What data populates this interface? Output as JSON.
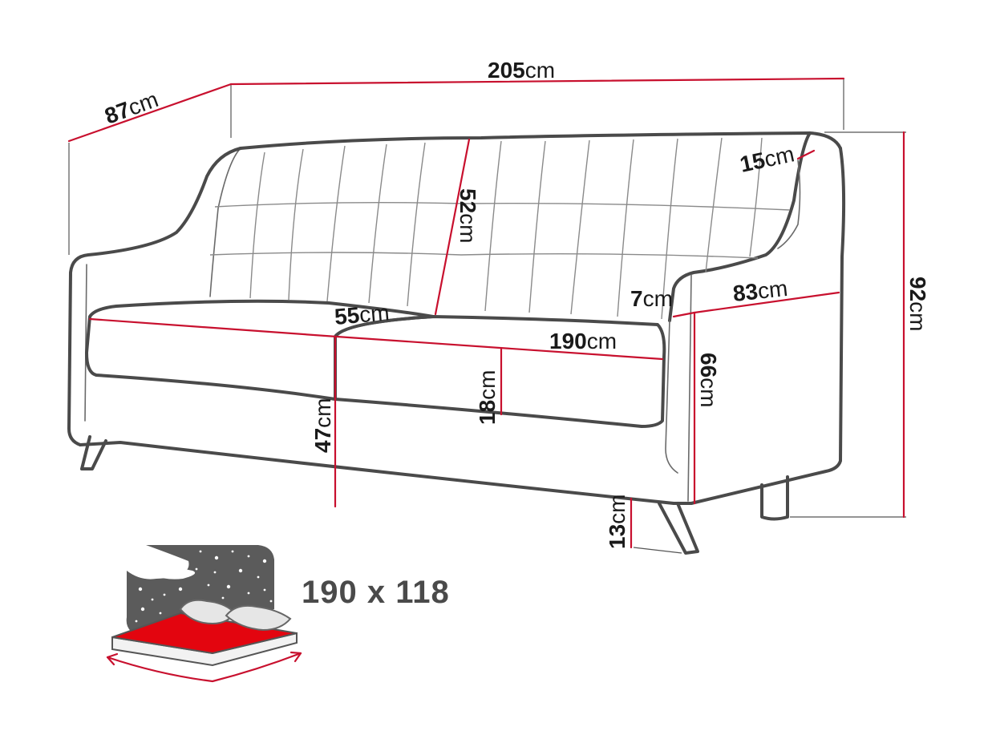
{
  "colors": {
    "dimension_line": "#c8102e",
    "outline": "#4a4a4a",
    "mattress_top": "#e3050f",
    "night_sky": "#5b5b5b"
  },
  "dimensions": {
    "depth": {
      "value": "87",
      "unit": "cm"
    },
    "width": {
      "value": "205",
      "unit": "cm"
    },
    "armrest_width": {
      "value": "15",
      "unit": "cm"
    },
    "back_height": {
      "value": "52",
      "unit": "cm"
    },
    "total_height": {
      "value": "92",
      "unit": "cm"
    },
    "seat_depth": {
      "value": "55",
      "unit": "cm"
    },
    "arm_gap": {
      "value": "7",
      "unit": "cm"
    },
    "arm_depth": {
      "value": "83",
      "unit": "cm"
    },
    "seat_width": {
      "value": "190",
      "unit": "cm"
    },
    "cushion_height": {
      "value": "18",
      "unit": "cm"
    },
    "seat_height": {
      "value": "47",
      "unit": "cm"
    },
    "arm_height": {
      "value": "66",
      "unit": "cm"
    },
    "leg_height": {
      "value": "13",
      "unit": "cm"
    }
  },
  "sleeping_area": {
    "label": "190 x 118",
    "icon": "sofa-bed-night-icon"
  }
}
